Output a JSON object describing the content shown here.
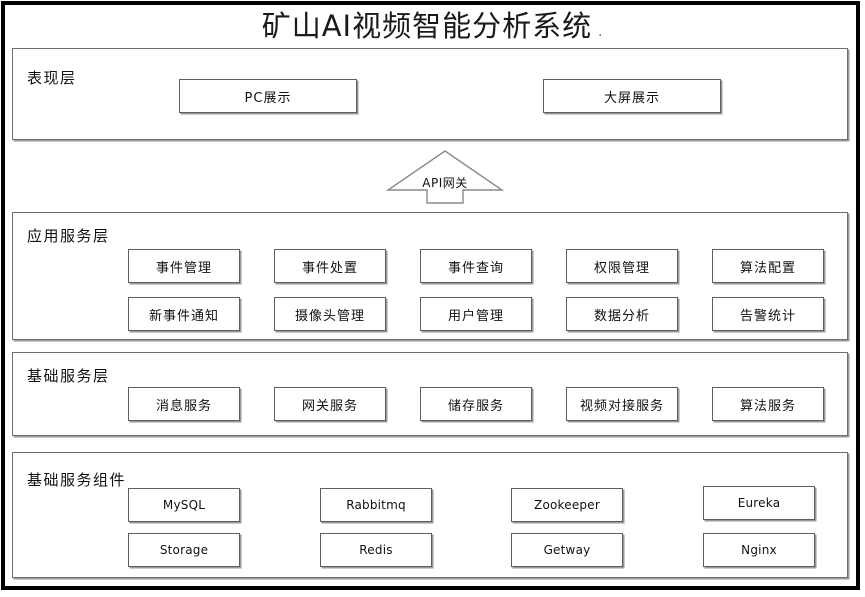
{
  "title": {
    "text": "矿山AI视频智能分析系统",
    "trailing_mark": "."
  },
  "gateway": {
    "label": "API网关",
    "shape": "up-arrow"
  },
  "colors": {
    "frame": "#000000",
    "panel_border": "#6f6f6f",
    "node_border": "#5e5e5e",
    "shadow": "#9a9a9a",
    "text": "#111111",
    "background": "#ffffff"
  },
  "layers": [
    {
      "id": "presentation",
      "label": "表现层",
      "nodes": [
        "PC展示",
        "大屏展示"
      ]
    },
    {
      "id": "application-service",
      "label": "应用服务层",
      "rows": [
        [
          "事件管理",
          "事件处置",
          "事件查询",
          "权限管理",
          "算法配置"
        ],
        [
          "新事件通知",
          "摄像头管理",
          "用户管理",
          "数据分析",
          "告警统计"
        ]
      ]
    },
    {
      "id": "basic-service",
      "label": "基础服务层",
      "rows": [
        [
          "消息服务",
          "网关服务",
          "储存服务",
          "视频对接服务",
          "算法服务"
        ]
      ]
    },
    {
      "id": "basic-components",
      "label": "基础服务组件",
      "rows": [
        [
          "MySQL",
          "Rabbitmq",
          "Zookeeper",
          "Eureka"
        ],
        [
          "Storage",
          "Redis",
          "Getway",
          "Nginx"
        ]
      ]
    }
  ]
}
